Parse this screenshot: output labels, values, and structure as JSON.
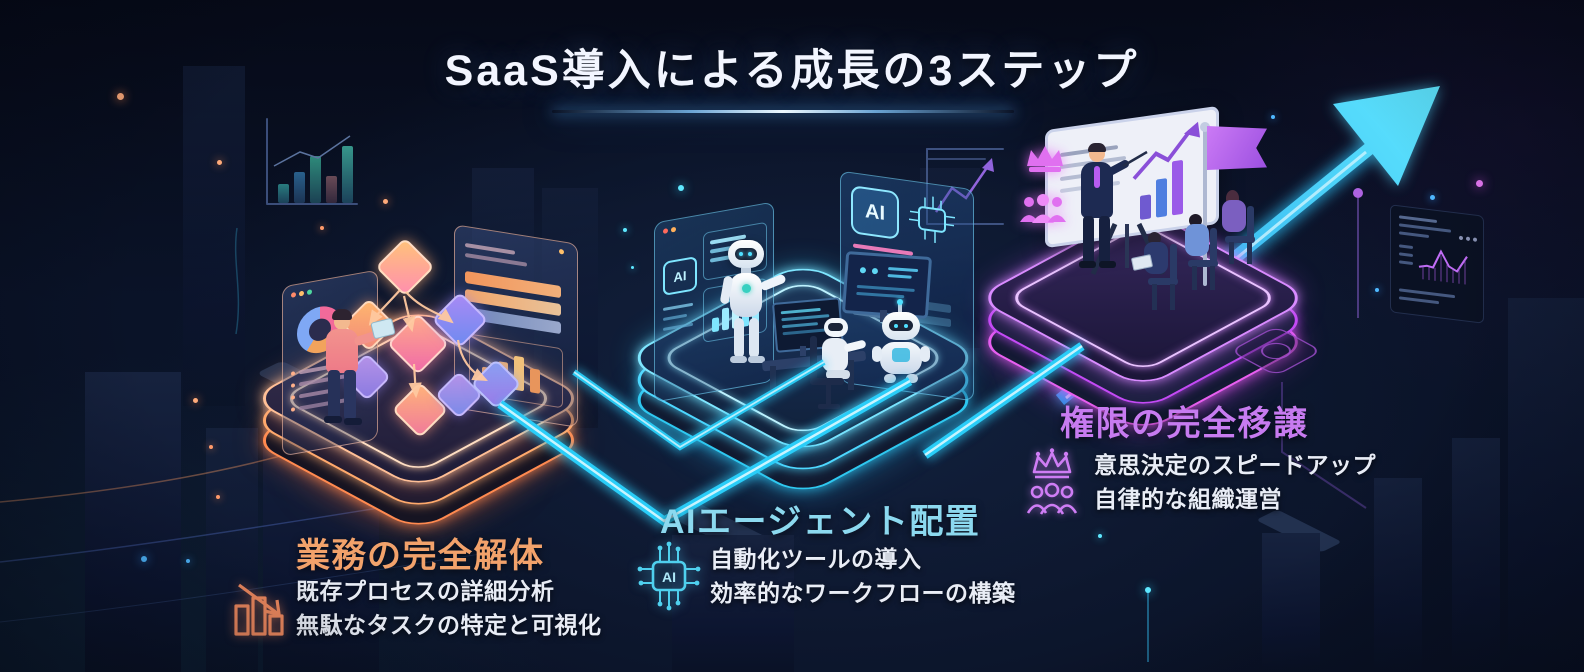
{
  "title": "SaaS導入による成長の3ステップ",
  "steps": [
    {
      "title": "業務の完全解体",
      "accent": "#f2a26b",
      "neon": "#ff8a5c",
      "icon": "declining-bar-chart-icon",
      "bullets": [
        "既存プロセスの詳細分析",
        "無駄なタスクの特定と可視化"
      ]
    },
    {
      "title": "AIエージェント配置",
      "accent": "#8cd9ef",
      "neon": "#2fd4ff",
      "icon": "ai-chip-icon",
      "bullets": [
        "自動化ツールの導入",
        "効率的なワークフローの構築"
      ]
    },
    {
      "title": "権限の完全移譲",
      "accent": "#c77bf0",
      "neon": "#c44bf5",
      "icons": [
        "crown-icon",
        "team-icon"
      ],
      "bullets": [
        "意思決定のスピードアップ",
        "自律的な組織運営"
      ]
    }
  ],
  "scene_labels": {
    "ai": "AI"
  },
  "colors": {
    "background": "#0a1328",
    "title_text": "#f3f6ff",
    "bullet_text": "#e9edf6"
  }
}
